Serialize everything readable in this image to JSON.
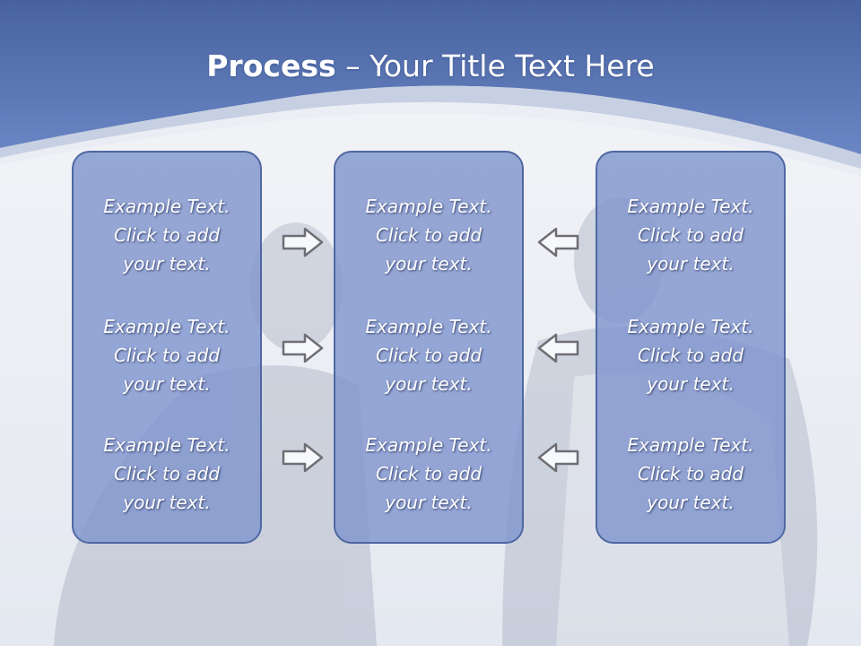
{
  "title": {
    "bold": "Process",
    "rest": " – Your Title Text Here"
  },
  "columns": [
    {
      "items": [
        {
          "line1": "Example Text.",
          "line2": "Click  to add",
          "line3": "your text."
        },
        {
          "line1": "Example Text.",
          "line2": "Click  to add",
          "line3": "your text."
        },
        {
          "line1": "Example Text.",
          "line2": "Click  to add",
          "line3": "your text."
        }
      ]
    },
    {
      "items": [
        {
          "line1": "Example Text.",
          "line2": "Click  to add",
          "line3": "your text."
        },
        {
          "line1": "Example Text.",
          "line2": "Click  to add",
          "line3": "your text."
        },
        {
          "line1": "Example Text.",
          "line2": "Click  to add",
          "line3": "your text."
        }
      ]
    },
    {
      "items": [
        {
          "line1": "Example Text.",
          "line2": "Click  to add",
          "line3": "your text."
        },
        {
          "line1": "Example Text.",
          "line2": "Click  to add",
          "line3": "your text."
        },
        {
          "line1": "Example Text.",
          "line2": "Click  to add",
          "line3": "your text."
        }
      ]
    }
  ],
  "arrows": {
    "left_group": "right-arrow-icon",
    "right_group": "left-arrow-icon"
  },
  "colors": {
    "header_blue": "#5a78b8",
    "panel_fill": "#7e94cd",
    "panel_border": "#4f68a3",
    "text": "#ffffff"
  }
}
